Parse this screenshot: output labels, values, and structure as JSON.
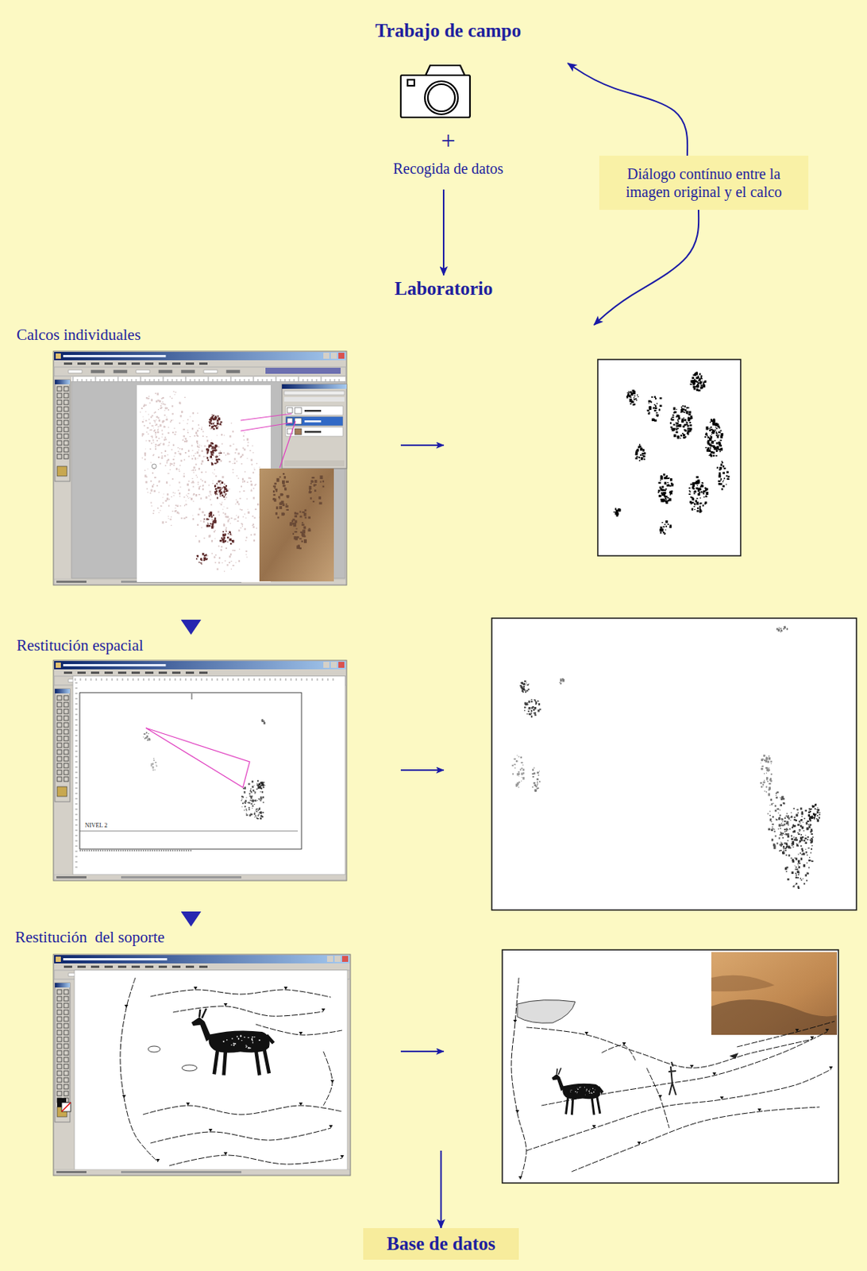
{
  "diagram": {
    "nodes": [
      {
        "text": [
          "Trabajo de campo",
          "+",
          "Recogida de datos"
        ]
      },
      {
        "text": [
          "Laboratorio"
        ]
      },
      {
        "text": [
          "Diálogo contínuo entre la imagen original y el calco"
        ]
      },
      {
        "text": [
          "Calcos individuales"
        ]
      },
      {
        "text": [
          "Restitución espacial"
        ]
      },
      {
        "text": [
          "Restitución  del soporte"
        ]
      },
      {
        "text": [
          "Base de datos"
        ]
      }
    ],
    "edges": [
      {
        "from": 0,
        "to": 1,
        "arrow": "to"
      },
      {
        "from": 2,
        "to": 0,
        "arrow": "to"
      },
      {
        "from": 2,
        "to": 3,
        "arrow": "to"
      },
      {
        "from": 3,
        "to": 4,
        "arrow": "to"
      },
      {
        "from": 4,
        "to": 5,
        "arrow": "to"
      },
      {
        "from": 5,
        "to": 6,
        "arrow": "to"
      }
    ],
    "labels": [
      "NIVEL 2"
    ]
  }
}
